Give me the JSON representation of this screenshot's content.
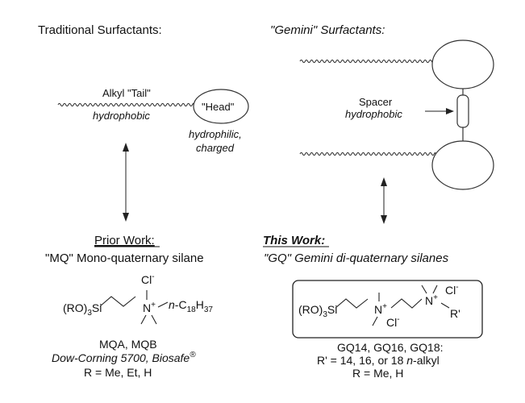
{
  "left_panel": {
    "title": "Traditional Surfactants:",
    "tail_label": "Alkyl \"Tail\"",
    "tail_sub": "hydrophobic",
    "head_label": "\"Head\"",
    "head_sub_1": "hydrophilic,",
    "head_sub_2": "charged"
  },
  "right_panel": {
    "title": "\"Gemini\" Surfactants:",
    "spacer_label": "Spacer",
    "spacer_sub": "hydrophobic"
  },
  "prior_work": {
    "heading": "Prior Work:",
    "subtitle": "\"MQ\" Mono-quaternary silane",
    "formula": {
      "ro": "(RO)",
      "ro_sub": "3",
      "si": "Si",
      "n_plus": "N",
      "plus": "+",
      "cl": "Cl",
      "cl_charge": "-",
      "alkyl_prefix": "n",
      "alkyl": "-C",
      "c_sub": "18",
      "h": "H",
      "h_sub": "37"
    },
    "caption_1": "MQA, MQB",
    "caption_2": "Dow-Corning 5700,  Biosafe",
    "caption_2_reg": "®",
    "caption_3": "R = Me, Et, H"
  },
  "this_work": {
    "heading": "This Work:",
    "subtitle": "\"GQ\" Gemini di-quaternary silanes",
    "formula": {
      "ro": "(RO)",
      "ro_sub": "3",
      "si": "Si",
      "n1": "N",
      "plus1": "+",
      "cl1": "Cl",
      "cl1_charge": "-",
      "n2": "N",
      "plus2": "+",
      "cl2": "Cl",
      "cl2_charge": "-",
      "r_prime": "R'"
    },
    "caption_1": "GQ14, GQ16, GQ18:",
    "caption_2": "R' = 14, 16, or 18 ",
    "caption_2_italic": "n",
    "caption_2_tail": "-alkyl",
    "caption_3": "R = Me, H"
  }
}
